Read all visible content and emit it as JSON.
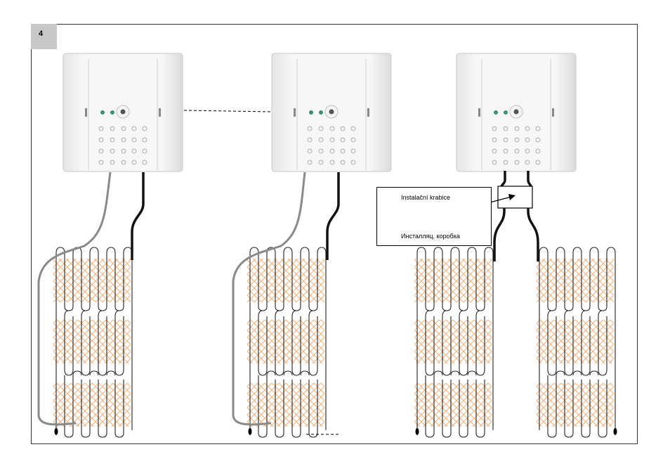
{
  "figure": {
    "step_number": "4"
  },
  "installation_box": {
    "label_cs": "Instalační krabice",
    "label_ru": "Инсталляц. коробка"
  },
  "colors": {
    "frame": "#333333",
    "badge": "#c8c8c8",
    "thermostat_body": "#f2f2f2",
    "indicator_led": "#3f8f6f",
    "sensor_wire": "#8a8a8a",
    "supply_cable": "#111111",
    "heating_mat_mesh": "#f0b07a",
    "heating_wire": "#222222"
  },
  "components": {
    "thermostats": 3,
    "wiring_variants": [
      "sensor-and-supply",
      "sensor-and-supply-with-dashed-link",
      "junction-box-split"
    ]
  }
}
